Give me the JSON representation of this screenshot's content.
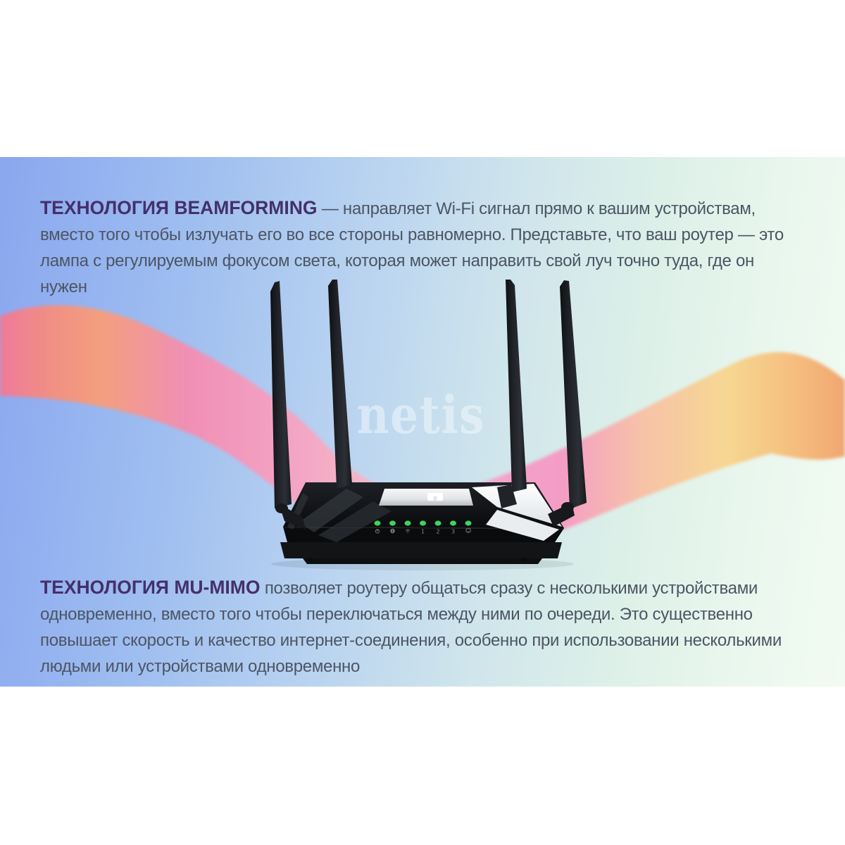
{
  "sections": {
    "beamforming": {
      "heading": "ТЕХНОЛОГИЯ BEAMFORMING",
      "line1_rest": " — направляет Wi-Fi сигнал прямо к вашим устройствам,",
      "line2": "вместо того чтобы излучать его во все стороны равномерно. Представьте, что ваш роутер — это",
      "line3": "лампа с регулируемым фокусом света, которая может направить свой луч точно туда, где он",
      "line4": "нужен"
    },
    "mumimo": {
      "heading": "ТЕХНОЛОГИЯ MU-MIMO",
      "line1_rest": " позволяет роутеру общаться сразу с несколькими устройствами",
      "line2": "одновременно, вместо того чтобы переключаться между ними по очереди. Это существенно",
      "line3": "повышает скорость и качество интернет-соединения, особенно при использовании несколькими",
      "line4": "людьми или устройствами одновременно"
    }
  },
  "router": {
    "brand_watermark": "netis",
    "led_count": 7,
    "led_digit_labels": [
      "1",
      "2",
      "3"
    ],
    "led_names": [
      "power-led",
      "internet-led",
      "wifi-led",
      "lan1-led",
      "lan2-led",
      "lan3-led",
      "wan-led"
    ],
    "antenna_count": 4
  },
  "colors": {
    "page-bg": "#ffffff",
    "heading": "#44306b",
    "body-text": "#4c5564",
    "panel-left": "#8aa7ef",
    "panel-right": "#f2fbf2",
    "ribbon-pink": "#f192bd",
    "ribbon-orange": "#f2a077",
    "ribbon-yellow": "#f6d98e",
    "router-black": "#15171a",
    "led-green": "#3ed45c",
    "watermark-white": "#f3f9fd"
  }
}
